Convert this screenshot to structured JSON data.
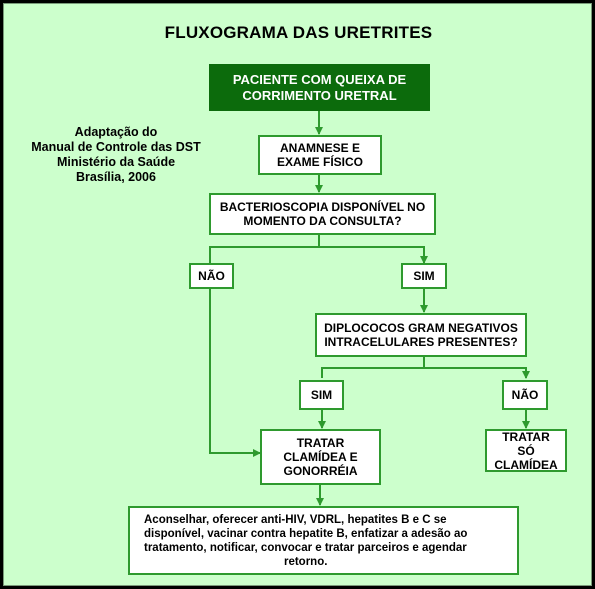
{
  "title": "FLUXOGRAMA DAS URETRITES",
  "source": [
    "Adaptação do",
    "Manual de Controle das DST",
    "Ministério da Saúde",
    "Brasília, 2006"
  ],
  "nodes": {
    "start": [
      "PACIENTE COM QUEIXA DE",
      "CORRIMENTO URETRAL"
    ],
    "anamnese": [
      "ANAMNESE E",
      "EXAME FÍSICO"
    ],
    "bacterioscopia": [
      "BACTERIOSCOPIA DISPONÍVEL NO",
      "MOMENTO DA CONSULTA?"
    ],
    "nao1": "NÃO",
    "sim1": "SIM",
    "diplococos": [
      "DIPLOCOCOS GRAM NEGATIVOS",
      "INTRACELULARES PRESENTES?"
    ],
    "sim2": "SIM",
    "nao2": "NÃO",
    "tratar_ambos": [
      "TRATAR",
      "CLAMÍDEA E",
      "GONORRÉIA"
    ],
    "tratar_clamidea": [
      "TRATAR SÓ",
      "CLAMÍDEA"
    ],
    "aconselhar": [
      "Aconselhar, oferecer anti-HIV, VDRL, hepatites B e C se",
      "disponível, vacinar contra hepatite B,  enfatizar a adesão ao",
      "tratamento, notificar, convocar e tratar parceiros e agendar",
      "retorno."
    ]
  },
  "colors": {
    "background": "#ccffcc",
    "border": "#2e9a2e",
    "start_fill": "#0c6b0c",
    "connector": "#2e9a2e"
  }
}
